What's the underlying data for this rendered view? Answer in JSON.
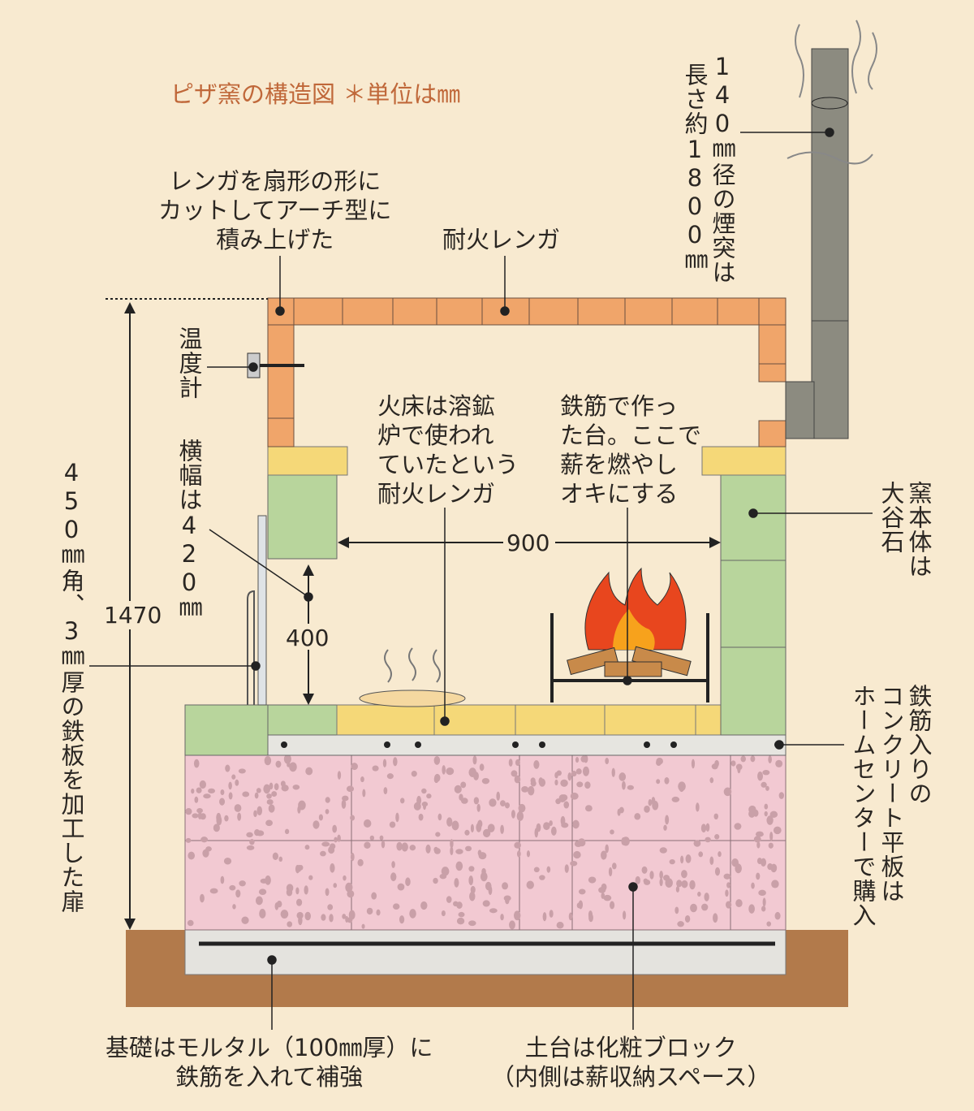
{
  "title": "ピザ窯の構造図 ＊単位は㎜",
  "labels": {
    "arch_note": [
      "レンガを扇形の形に",
      "カットしてアーチ型に",
      "積み上げた"
    ],
    "firebrick": "耐火レンガ",
    "chimney": [
      "140㎜径の煙突は",
      "長さ約1800㎜"
    ],
    "thermometer": "温度計",
    "width_note": "横幅は420㎜",
    "door": "450㎜角、3㎜厚の鉄板を加工した扉",
    "hearth": [
      "火床は溶鉱",
      "炉で使われ",
      "ていたという",
      "耐火レンガ"
    ],
    "grate": [
      "鉄筋で作っ",
      "た台。ここで",
      "薪を燃やし",
      "オキにする"
    ],
    "body": [
      "窯本体は",
      "大谷石"
    ],
    "slab": [
      "鉄筋入りの",
      "コンクリート平板は",
      "ホームセンターで購入"
    ],
    "foundation": [
      "基礎はモルタル（100㎜厚）に",
      "鉄筋を入れて補強"
    ],
    "base": [
      "土台は化粧ブロック",
      "（内側は薪収納スペース）"
    ]
  },
  "dimensions": {
    "height": "1470",
    "inner_width": "900",
    "opening": "400"
  },
  "colors": {
    "brick": "#f0a56a",
    "stone": "#b8d59c",
    "cap": "#f5d878",
    "block": "#f2c9d2",
    "ground": "#b27a4b",
    "chimney": "#8c8b80"
  }
}
